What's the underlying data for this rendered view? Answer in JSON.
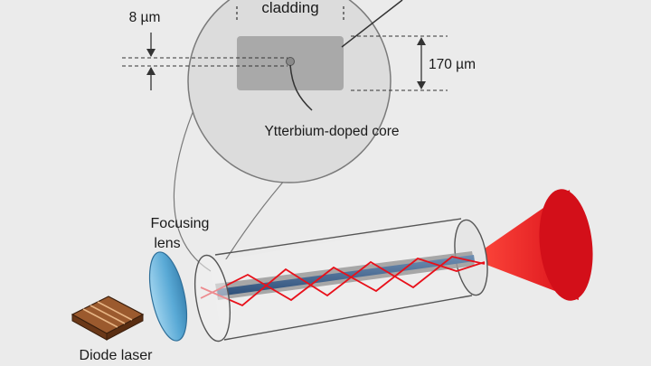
{
  "labels": {
    "cladding": "cladding",
    "core_size": "8 µm",
    "clad_size": "170 µm",
    "core_name": "Ytterbium-doped core",
    "lens_line1": "Focusing",
    "lens_line2": "lens",
    "diode": "Diode laser"
  },
  "colors": {
    "background": "#ebebeb",
    "inset_circle": "#dcdcdc",
    "inner_cladding_rect": "#a9a9a9",
    "core": "#3a5f8c",
    "laser_ray": "#e8101a",
    "output_beam": "#ee1c24",
    "lens": "#6fb6dc",
    "diode": "#8a4a22"
  }
}
